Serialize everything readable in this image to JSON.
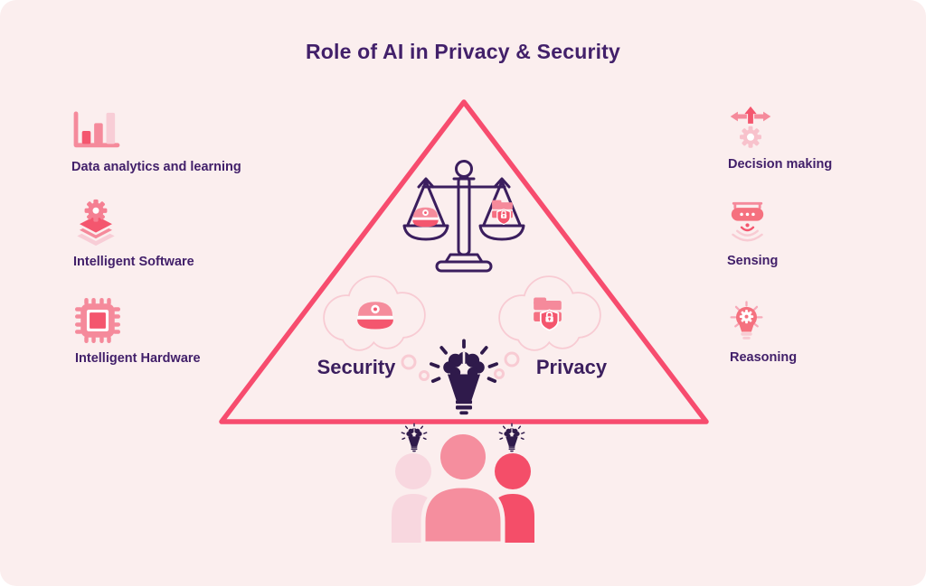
{
  "title": "Role of AI in Privacy & Security",
  "left_features": [
    {
      "icon": "bar-chart-icon",
      "label": "Data analytics and learning"
    },
    {
      "icon": "software-stack-gear-icon",
      "label": "Intelligent Software"
    },
    {
      "icon": "processor-chip-icon",
      "label": "Intelligent Hardware"
    }
  ],
  "right_features": [
    {
      "icon": "decision-arrows-gear-icon",
      "label": "Decision making"
    },
    {
      "icon": "sensor-signal-icon",
      "label": "Sensing"
    },
    {
      "icon": "lightbulb-gear-icon",
      "label": "Reasoning"
    }
  ],
  "triangle_diagram": {
    "left_concept": "Security",
    "right_concept": "Privacy",
    "center_icons": [
      "balance-scale-icon",
      "police-cap-icon",
      "folder-lock-icon",
      "brain-lightbulb-icon",
      "people-group-icon"
    ]
  },
  "colors": {
    "background": "#FBEEEE",
    "triangle_stroke": "#F74C6E",
    "heading_text": "#42206A",
    "scale_outline": "#3B1E5E",
    "pink_dark": "#F4566E",
    "pink_medium": "#F58A9B",
    "pink_light": "#F8CBD3",
    "bulb_purple": "#2F1A4B"
  }
}
